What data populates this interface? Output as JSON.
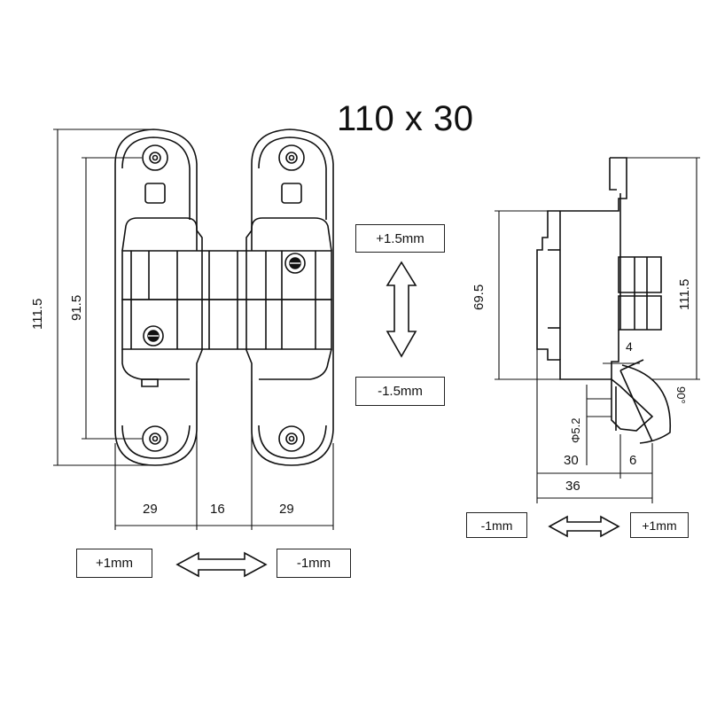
{
  "title": "110 x 30",
  "front_view": {
    "dim_overall_height": "111.5",
    "dim_hole_spacing": "91.5",
    "dim_left_width": "29",
    "dim_gap": "16",
    "dim_right_width": "29",
    "adjust_up": "+1.5mm",
    "adjust_down": "-1.5mm",
    "adjust_left": "+1mm",
    "adjust_right": "-1mm"
  },
  "side_view": {
    "dim_body_height": "69.5",
    "dim_overall_height": "111.5",
    "dim_4": "4",
    "dim_angle": "90°",
    "dim_hole_diameter": "Φ5.2",
    "dim_30": "30",
    "dim_6": "6",
    "dim_36": "36",
    "adjust_left": "-1mm",
    "adjust_right": "+1mm"
  }
}
